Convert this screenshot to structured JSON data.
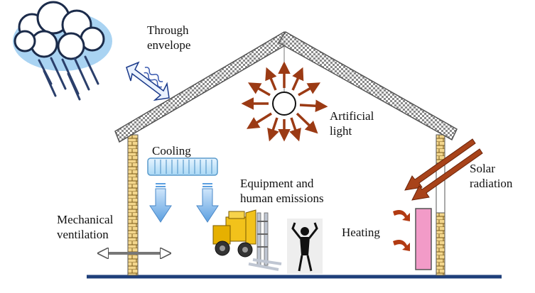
{
  "labels": {
    "through_envelope_1": "Through",
    "through_envelope_2": "envelope",
    "artificial_light_1": "Artificial",
    "artificial_light_2": "light",
    "cooling": "Cooling",
    "equipment_1": "Equipment and",
    "equipment_2": "human emissions",
    "solar_1": "Solar",
    "solar_2": "radiation",
    "mechanical_1": "Mechanical",
    "mechanical_2": "ventilation",
    "heating": "Heating"
  },
  "colors": {
    "cloud": "#a9d3f2",
    "rain": "#2b3f6b",
    "ray_arrow": "#9b3a14",
    "cooling_blue": "#7fb6e6",
    "heater_pink": "#f29bc8",
    "wall_tan": "#e8c67a",
    "ground": "#1f3f7a",
    "forklift_yellow": "#f2c21b"
  },
  "icons": [
    "cloud-icon",
    "light-bulb-icon",
    "forklift-icon",
    "person-icon",
    "heater-icon",
    "cooling-unit-icon"
  ]
}
